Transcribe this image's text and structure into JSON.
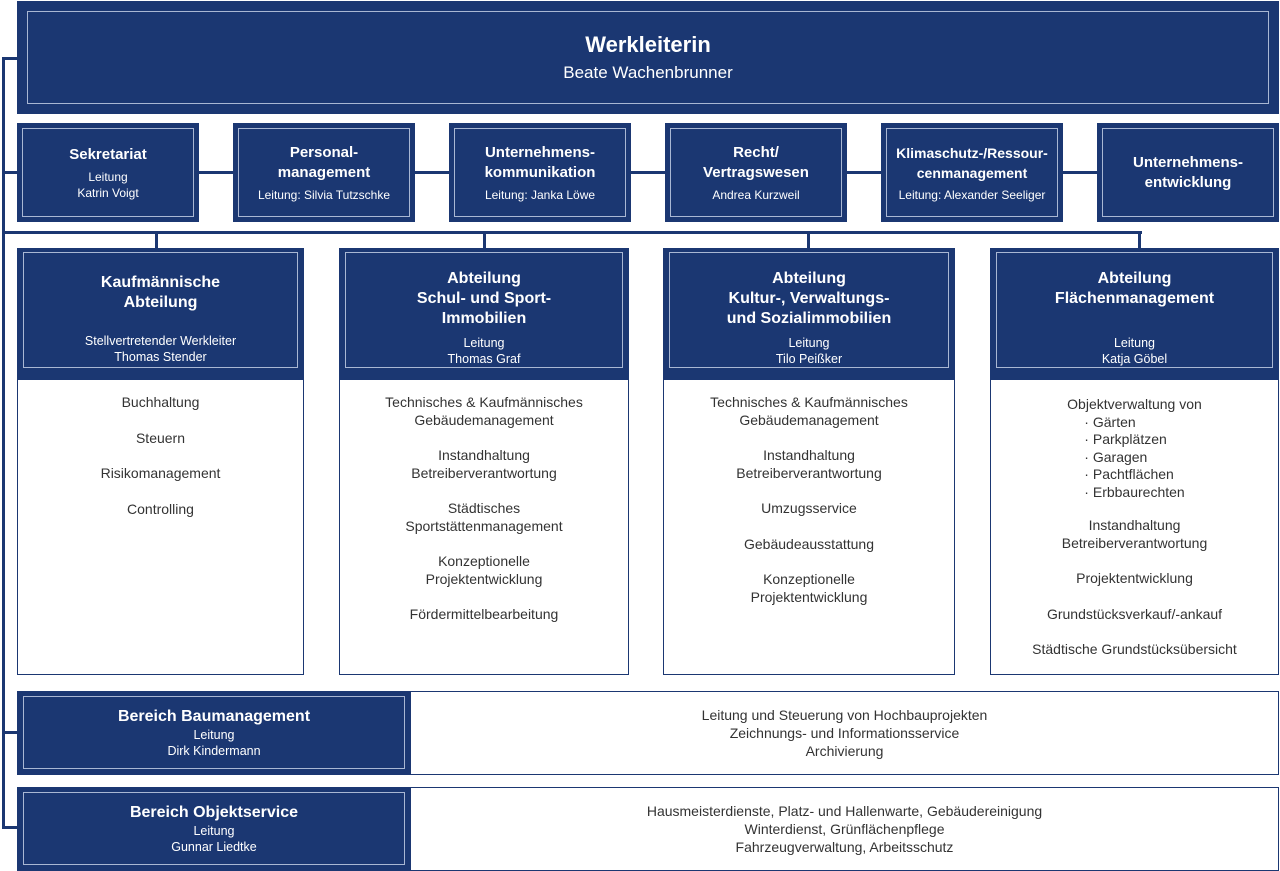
{
  "head": {
    "title": "Werkleiterin",
    "name": "Beate Wachenbrunner"
  },
  "staff": [
    {
      "title": "Sekretariat",
      "sub": "Leitung\nKatrin Voigt"
    },
    {
      "title": "Personal-\nmanagement",
      "sub": "Leitung: Silvia Tutzschke"
    },
    {
      "title": "Unternehmens-\nkommunikation",
      "sub": "Leitung: Janka Löwe"
    },
    {
      "title": "Recht/\nVertragswesen",
      "sub": "Andrea Kurzweil"
    },
    {
      "title": "Klimaschutz-/Ressour-\ncenmanagement",
      "sub": "Leitung: Alexander Seeliger"
    },
    {
      "title": "Unternehmens-\nentwicklung",
      "sub": ""
    }
  ],
  "departments": [
    {
      "title": "Kaufmännische\nAbteilung",
      "sub": "Stellvertretender Werkleiter\nThomas Stender",
      "tasks": [
        "Buchhaltung",
        "Steuern",
        "Risikomanagement",
        "Controlling"
      ]
    },
    {
      "title": "Abteilung\nSchul- und Sport-\nImmobilien",
      "sub": "Leitung\nThomas Graf",
      "tasks": [
        "Technisches & Kaufmännisches\nGebäudemanagement",
        "Instandhaltung\nBetreiberverantwortung",
        "Städtisches\nSportstättenmanagement",
        "Konzeptionelle\nProjektentwicklung",
        "Fördermittelbearbeitung"
      ]
    },
    {
      "title": "Abteilung\nKultur-, Verwaltungs-\nund Sozialimmobilien",
      "sub": "Leitung\nTilo Peißker",
      "tasks": [
        "Technisches & Kaufmännisches\nGebäudemanagement",
        "Instandhaltung\nBetreiberverantwortung",
        "Umzugsservice",
        "Gebäudeausstattung",
        "Konzeptionelle\nProjektentwicklung"
      ]
    },
    {
      "title": "Abteilung\nFlächenmanagement",
      "sub": "Leitung\nKatja Göbel",
      "objekt": {
        "head": "Objektverwaltung von",
        "items": [
          "Gärten",
          "Parkplätzen",
          "Garagen",
          "Pachtflächen",
          "Erbbaurechten"
        ]
      },
      "tasks": [
        "Instandhaltung\nBetreiberverantwortung",
        "Projektentwicklung",
        "Grundstücksverkauf/-ankauf",
        "Städtische Grundstücksübersicht"
      ]
    }
  ],
  "bars": [
    {
      "title": "Bereich Baumanagement",
      "l1": "Leitung",
      "l2": "Dirk Kindermann",
      "tasks": [
        "Leitung und Steuerung von Hochbauprojekten",
        "Zeichnungs- und Informationsservice",
        "Archivierung"
      ]
    },
    {
      "title": "Bereich Objektservice",
      "l1": "Leitung",
      "l2": "Gunnar Liedtke",
      "tasks": [
        "Hausmeisterdienste, Platz- und Hallenwarte, Gebäudereinigung",
        "Winterdienst, Grünflächenpflege",
        "Fahrzeugverwaltung, Arbeitsschutz"
      ]
    }
  ],
  "colors": {
    "primary": "#1b3772",
    "text": "#333333"
  }
}
